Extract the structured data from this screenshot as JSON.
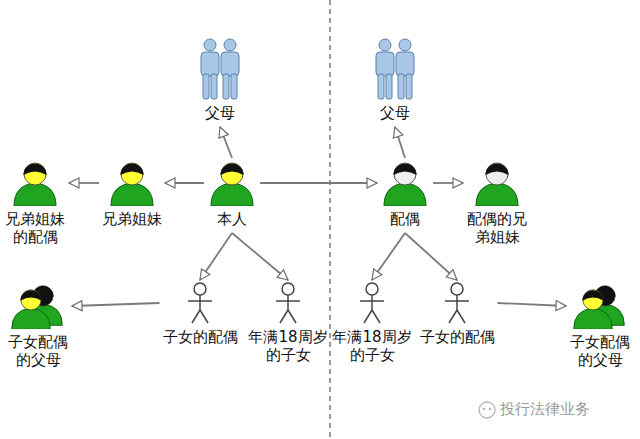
{
  "diagram": {
    "nodes": [
      {
        "text": [
          "父母"
        ]
      },
      {
        "text": [
          "父母"
        ]
      },
      {
        "text": [
          "兄弟姐妹的配偶"
        ]
      },
      {
        "text": [
          "兄弟姐妹"
        ]
      },
      {
        "text": [
          "本人"
        ]
      },
      {
        "text": [
          "配偶"
        ]
      },
      {
        "text": [
          "配偶的兄弟姐妹"
        ]
      },
      {
        "text": [
          "子女配偶的父母"
        ]
      },
      {
        "text": [
          "子女的配偶"
        ]
      },
      {
        "text": [
          "年满18周岁的子女"
        ]
      },
      {
        "text": [
          "年满18周岁的子女"
        ]
      },
      {
        "text": [
          "子女的配偶"
        ]
      },
      {
        "text": [
          "子女配偶的父母"
        ]
      }
    ],
    "edges": [
      {
        "from": 4,
        "to": 0,
        "arrow": "to"
      },
      {
        "from": 4,
        "to": 3,
        "arrow": "to"
      },
      {
        "from": 3,
        "to": 2,
        "arrow": "to"
      },
      {
        "from": 4,
        "to": 5,
        "arrow": "to"
      },
      {
        "from": 5,
        "to": 1,
        "arrow": "to"
      },
      {
        "from": 5,
        "to": 6,
        "arrow": "to"
      },
      {
        "from": 4,
        "to": 8,
        "arrow": "to"
      },
      {
        "from": 4,
        "to": 9,
        "arrow": "to"
      },
      {
        "from": 8,
        "to": 7,
        "arrow": "to"
      },
      {
        "from": 5,
        "to": 10,
        "arrow": "to"
      },
      {
        "from": 5,
        "to": 11,
        "arrow": "to"
      },
      {
        "from": 11,
        "to": 12,
        "arrow": "to"
      }
    ],
    "labels": [
      "投行法律业务"
    ]
  }
}
